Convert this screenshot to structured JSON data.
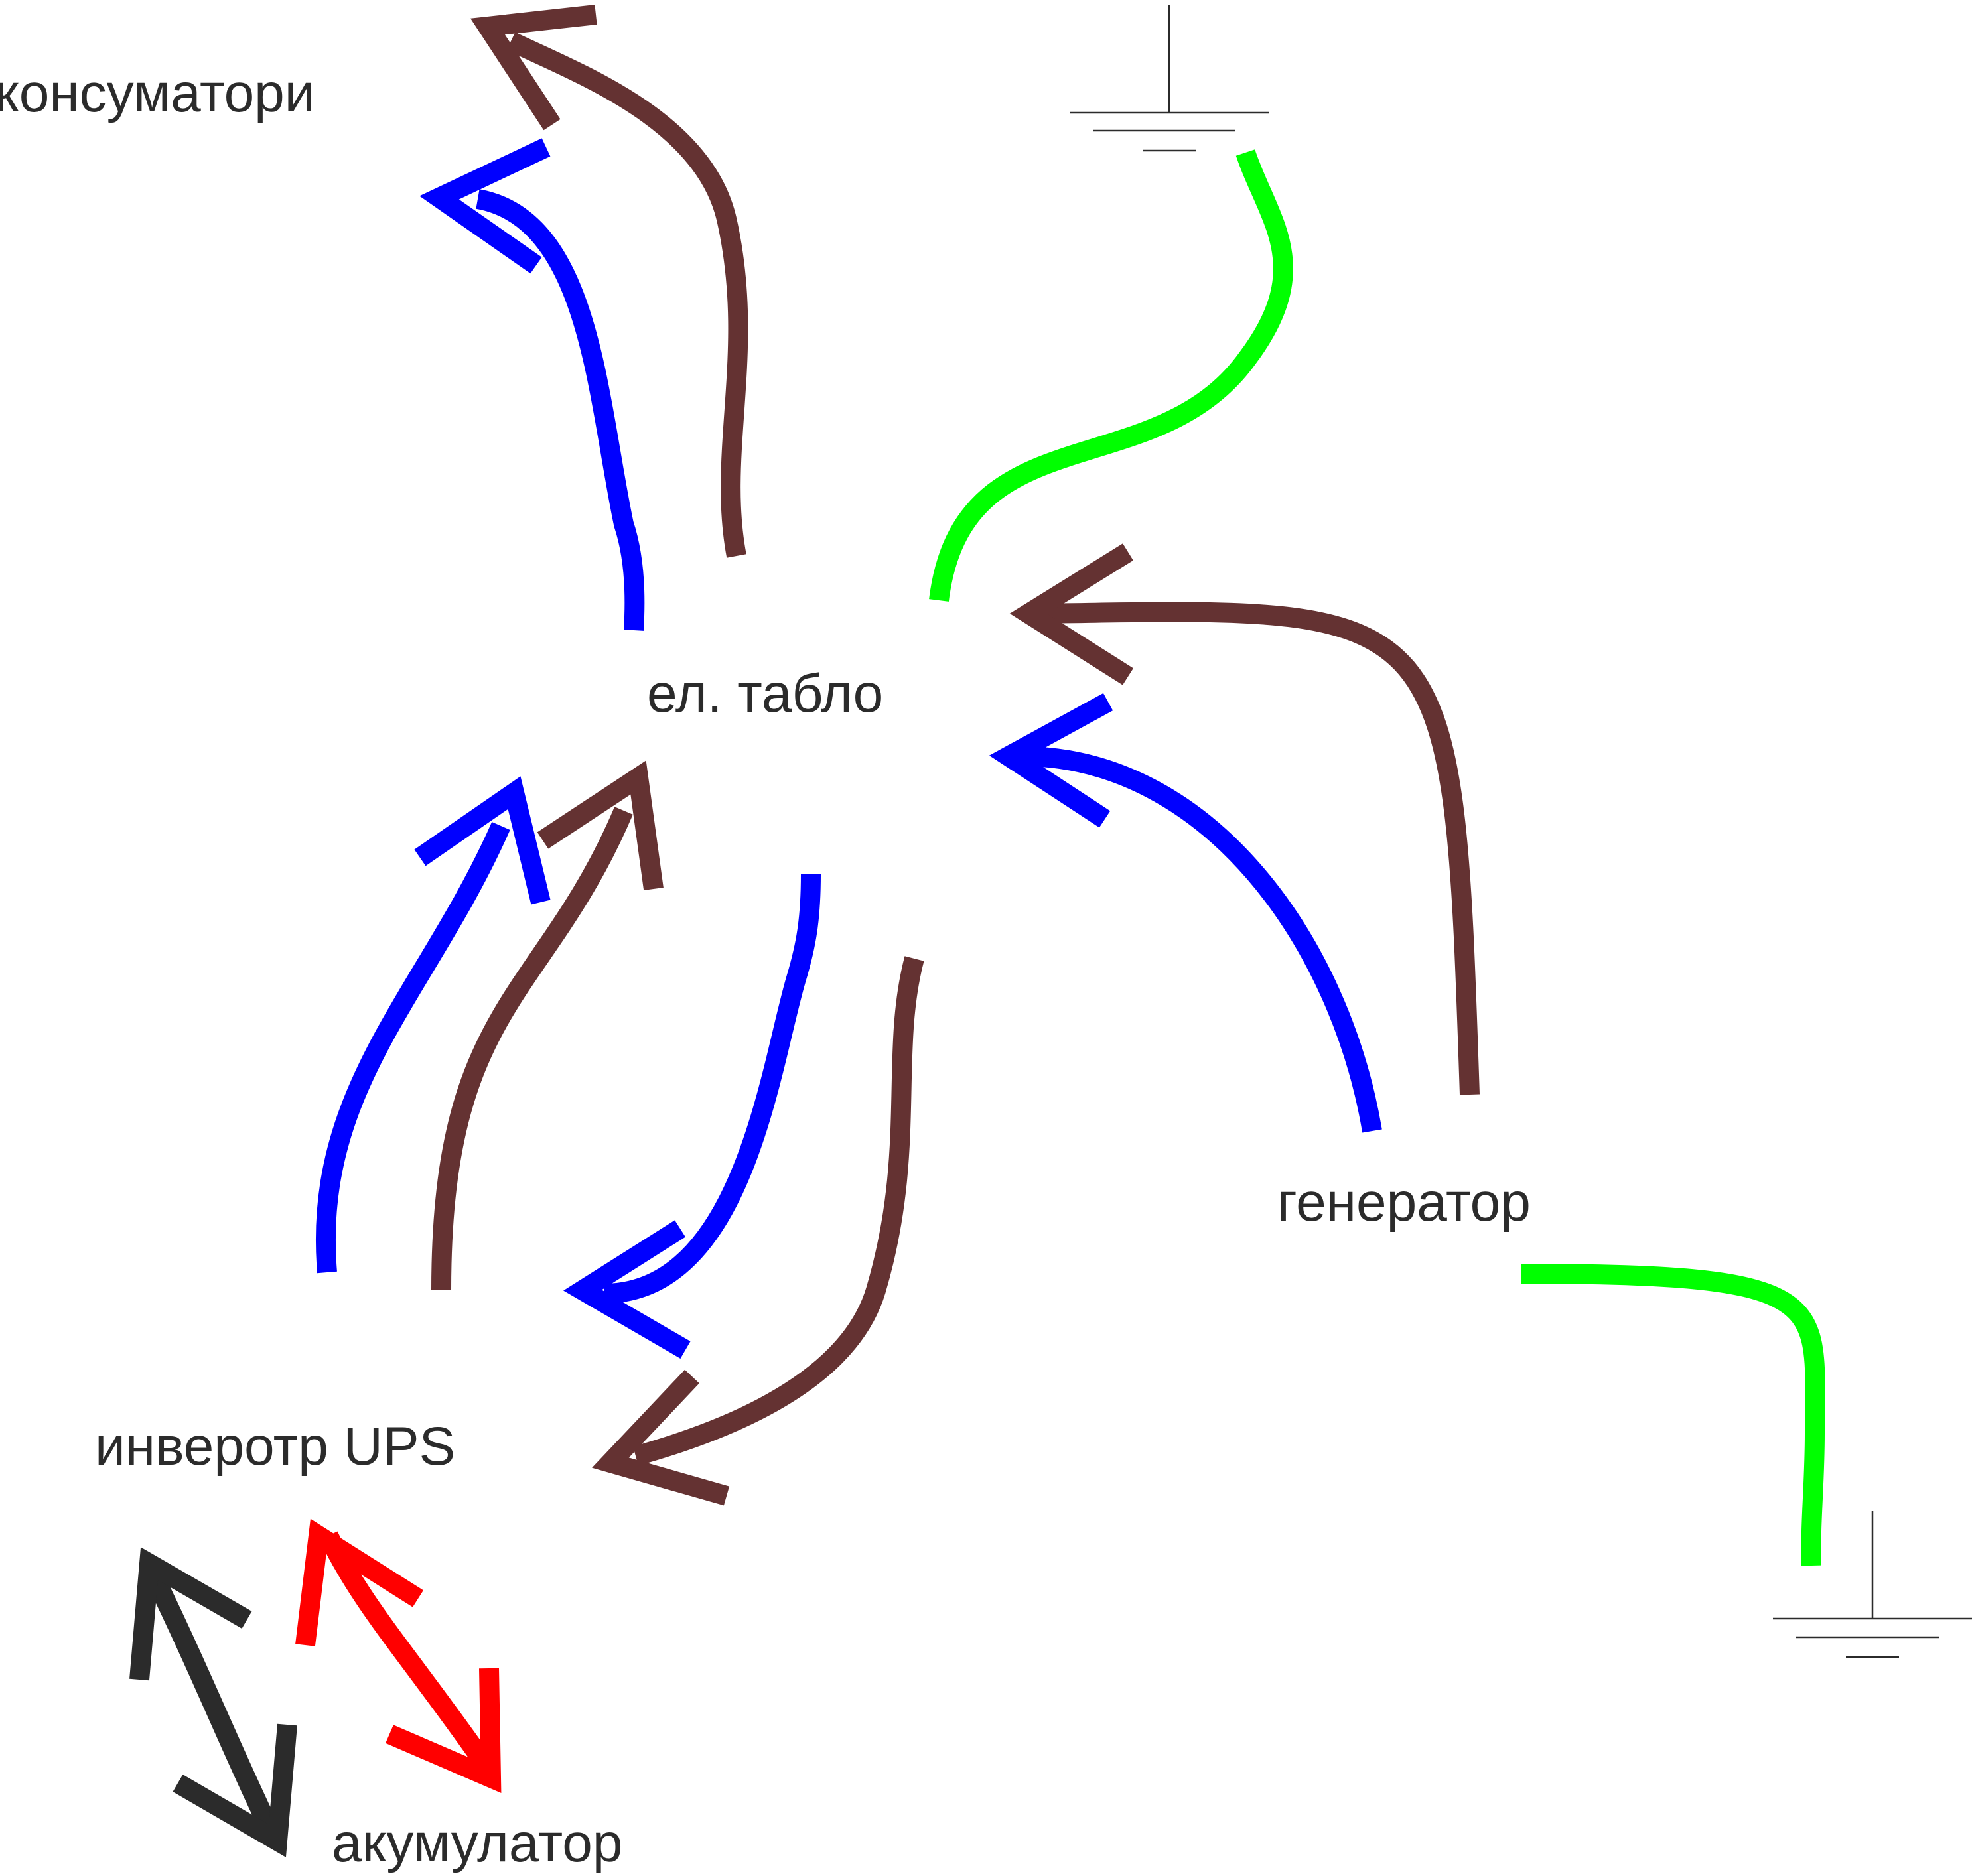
{
  "labels": {
    "consumers": "консуматори",
    "panel": "ел. табло",
    "generator": "генератор",
    "inverter": "инверотр UPS",
    "battery": "акумулатор"
  },
  "colors": {
    "brown": "#643232",
    "blue": "#0000ff",
    "green": "#00ff00",
    "red": "#ff0000",
    "black": "#2b2b2b"
  },
  "icons": [
    "ground-symbol-top",
    "ground-symbol-bottom"
  ]
}
